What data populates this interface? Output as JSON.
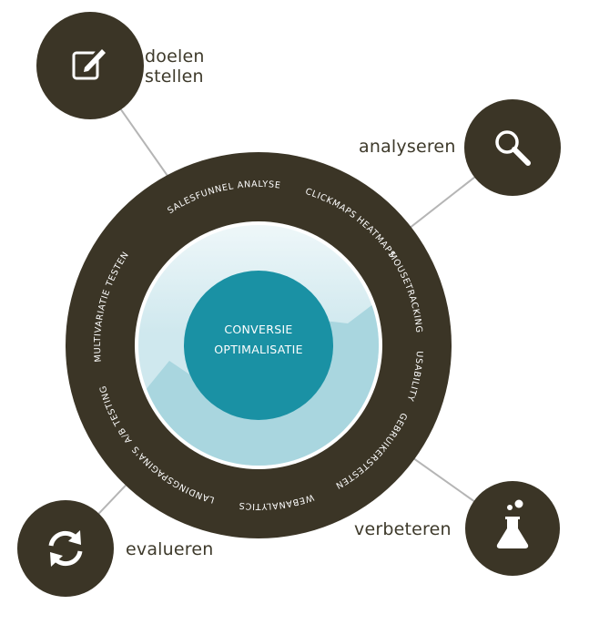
{
  "center": {
    "line1": "CONVERSIE",
    "line2": "OPTIMALISATIE"
  },
  "steps": [
    {
      "line1": "doelen",
      "line2": "stellen",
      "icon": "edit-icon"
    },
    {
      "line1": "analyseren",
      "icon": "search-icon"
    },
    {
      "line1": "verbeteren",
      "icon": "flask-icon"
    },
    {
      "line1": "evalueren",
      "icon": "refresh-icon"
    }
  ],
  "ring_items": [
    "SALESFUNNEL ANALYSE",
    "CLICKMAPS",
    "HEATMAPS",
    "MOUSETRACKING",
    "USABILITY",
    "GEBRUIKERSTESTEN",
    "WEBANALYTICS",
    "LANDINGSPAGINA'S",
    "A/B TESTING",
    "MULTIVARIATIE TESTEN"
  ],
  "colors": {
    "dark": "#3b3526",
    "teal": "#1a91a4",
    "light_teal": "#a9d6df",
    "connector": "#b5b5b5"
  }
}
